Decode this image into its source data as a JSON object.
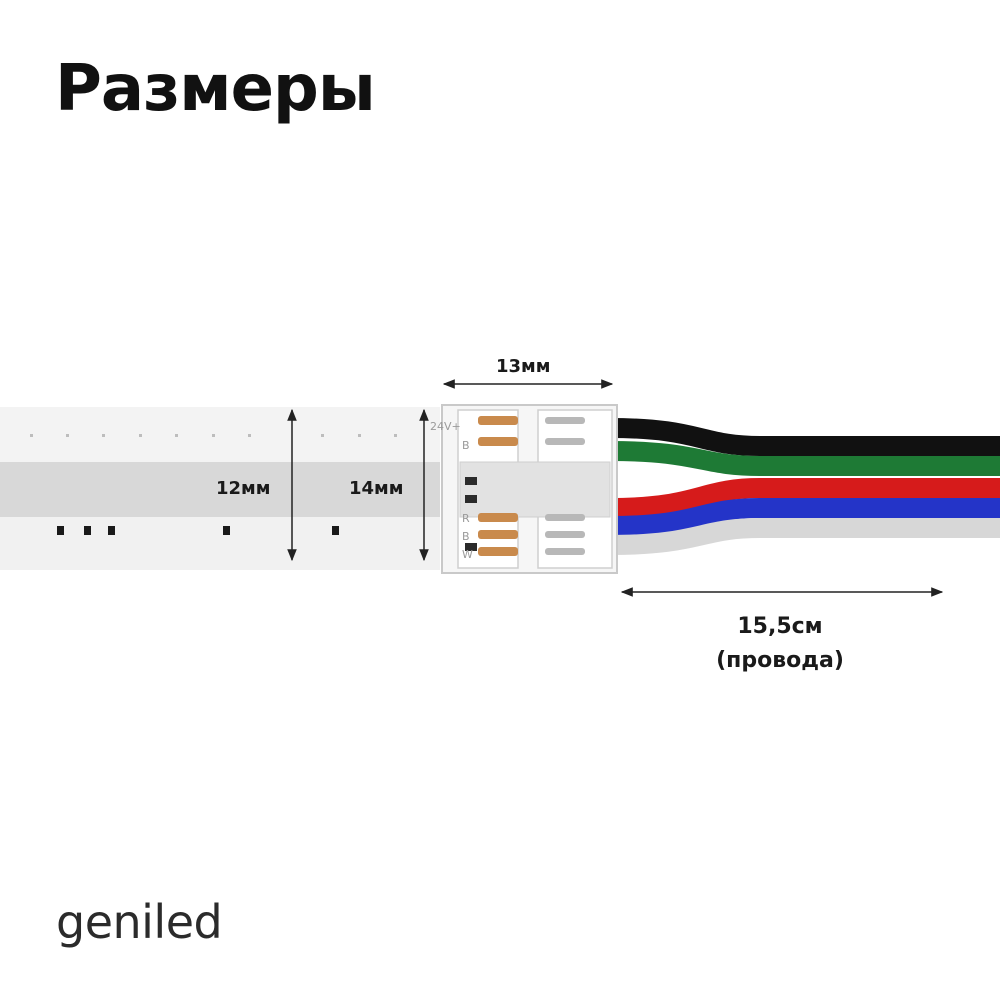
{
  "title": "Размеры",
  "brand": "geniled",
  "dimensions": {
    "strip_width": "12мм",
    "connector_height": "14мм",
    "connector_length": "13мм",
    "wire_length": "15,5см",
    "wire_note": "(провода)"
  },
  "connector_markings": {
    "top": [
      "24V+",
      "B"
    ],
    "bottom": [
      "R",
      "B",
      "W"
    ]
  },
  "wire_colors": {
    "black": "#111111",
    "green": "#1e7a35",
    "red": "#d61b1b",
    "blue": "#2434c8",
    "white": "#d7d7d7"
  }
}
